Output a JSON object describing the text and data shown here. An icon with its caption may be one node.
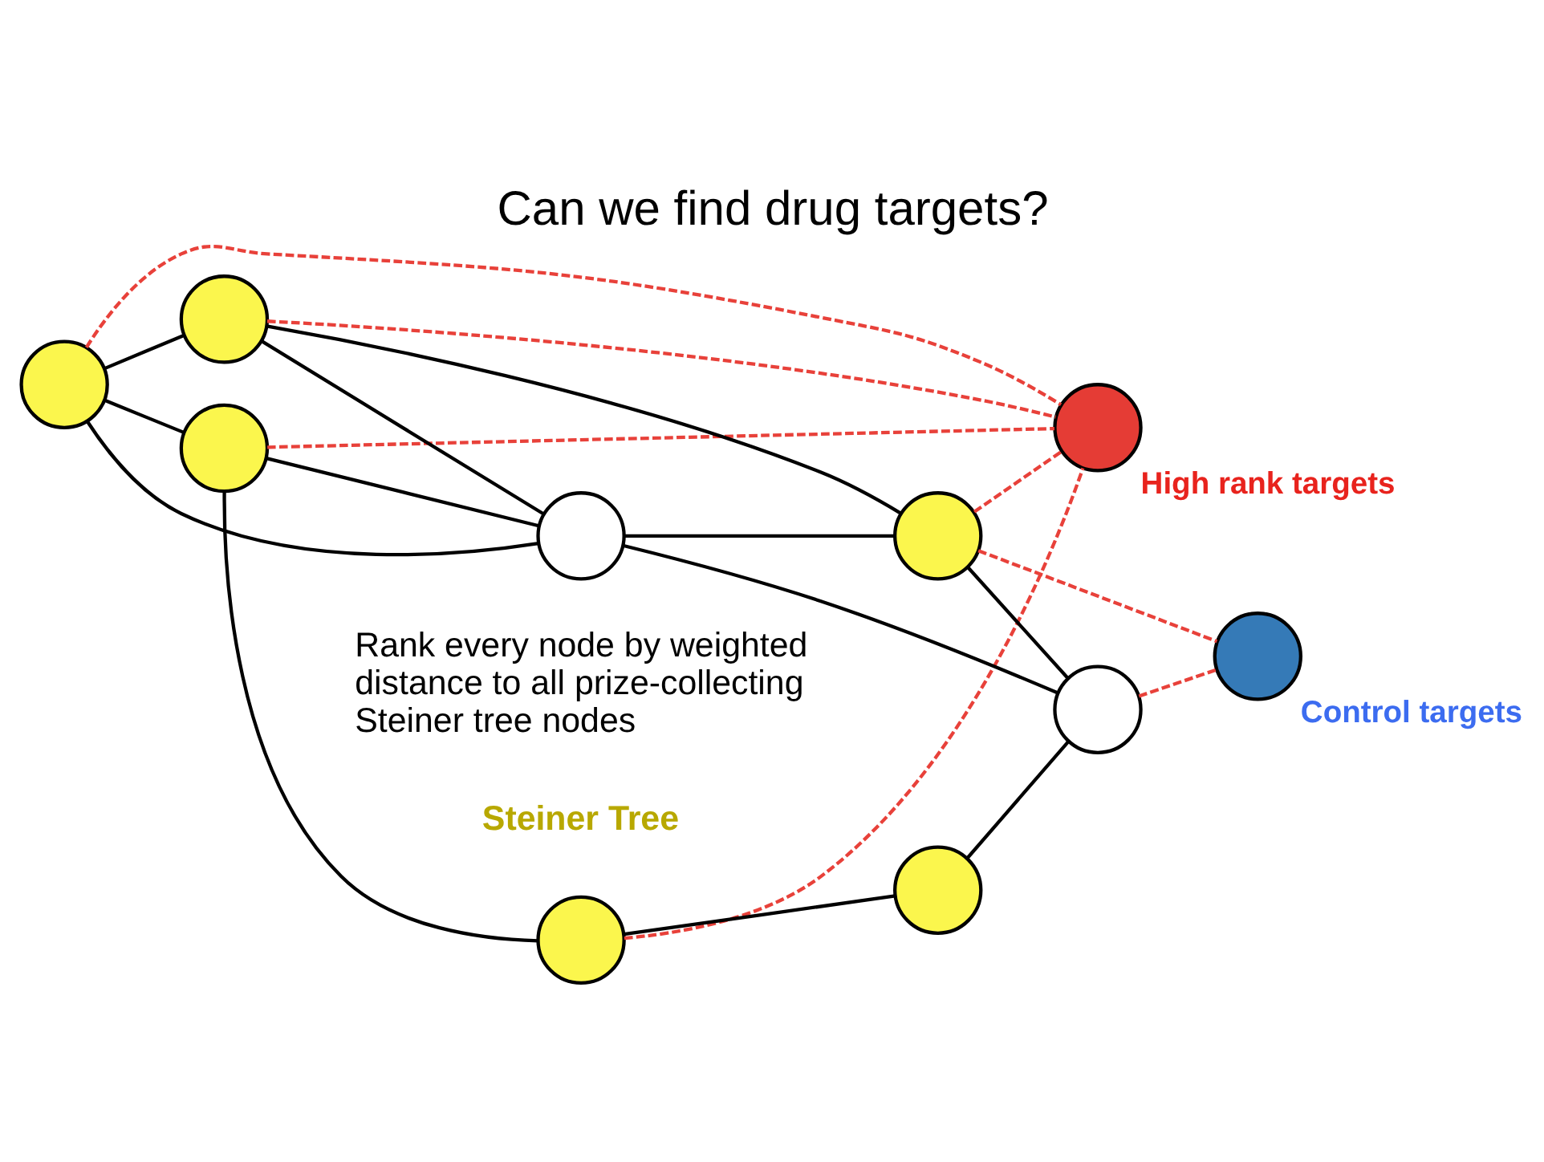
{
  "diagram": {
    "title": "Can we find drug targets?",
    "nodes": [
      {
        "text": [],
        "shape": "circle",
        "beside": [
          "High rank targets"
        ]
      },
      {
        "text": [],
        "shape": "circle"
      },
      {
        "text": [],
        "shape": "circle"
      },
      {
        "text": [],
        "shape": "circle"
      },
      {
        "text": [],
        "shape": "circle"
      },
      {
        "text": [],
        "shape": "circle"
      },
      {
        "text": [],
        "shape": "circle"
      },
      {
        "text": [],
        "shape": "circle",
        "beside": [
          "Control targets"
        ]
      },
      {
        "text": [],
        "shape": "circle"
      },
      {
        "text": [],
        "shape": "circle"
      }
    ],
    "edges": [
      {
        "from": 1,
        "to": 2,
        "arrow": "none"
      },
      {
        "from": 1,
        "to": 5,
        "arrow": "none"
      },
      {
        "from": 1,
        "to": 3,
        "arrow": "none"
      },
      {
        "from": 2,
        "to": 4,
        "arrow": "none"
      },
      {
        "from": 2,
        "to": 5,
        "arrow": "none"
      },
      {
        "from": 3,
        "to": 5,
        "arrow": "none"
      },
      {
        "from": 3,
        "to": 6,
        "arrow": "none"
      },
      {
        "from": 5,
        "to": 6,
        "arrow": "none"
      },
      {
        "from": 5,
        "to": 9,
        "arrow": "none"
      },
      {
        "from": 6,
        "to": 9,
        "arrow": "none"
      },
      {
        "from": 4,
        "to": 8,
        "arrow": "none"
      },
      {
        "from": 8,
        "to": 9,
        "arrow": "none"
      },
      {
        "from": 1,
        "to": 0,
        "arrow": "none",
        "style": "dashed",
        "color": "#e8413a"
      },
      {
        "from": 2,
        "to": 0,
        "arrow": "none",
        "style": "dashed",
        "color": "#e8413a"
      },
      {
        "from": 4,
        "to": 0,
        "arrow": "none",
        "style": "dashed",
        "color": "#e8413a"
      },
      {
        "from": 3,
        "to": 0,
        "arrow": "none",
        "style": "dashed",
        "color": "#e8413a"
      },
      {
        "from": 6,
        "to": 0,
        "arrow": "none",
        "style": "dashed",
        "color": "#e8413a"
      },
      {
        "from": 6,
        "to": 7,
        "arrow": "none",
        "style": "dashed",
        "color": "#e8413a"
      },
      {
        "from": 9,
        "to": 7,
        "arrow": "none",
        "style": "dashed",
        "color": "#e8413a"
      }
    ],
    "labels": [
      "Rank every node by weighted distance to all prize-collecting Steiner tree nodes",
      "Steiner Tree"
    ]
  }
}
